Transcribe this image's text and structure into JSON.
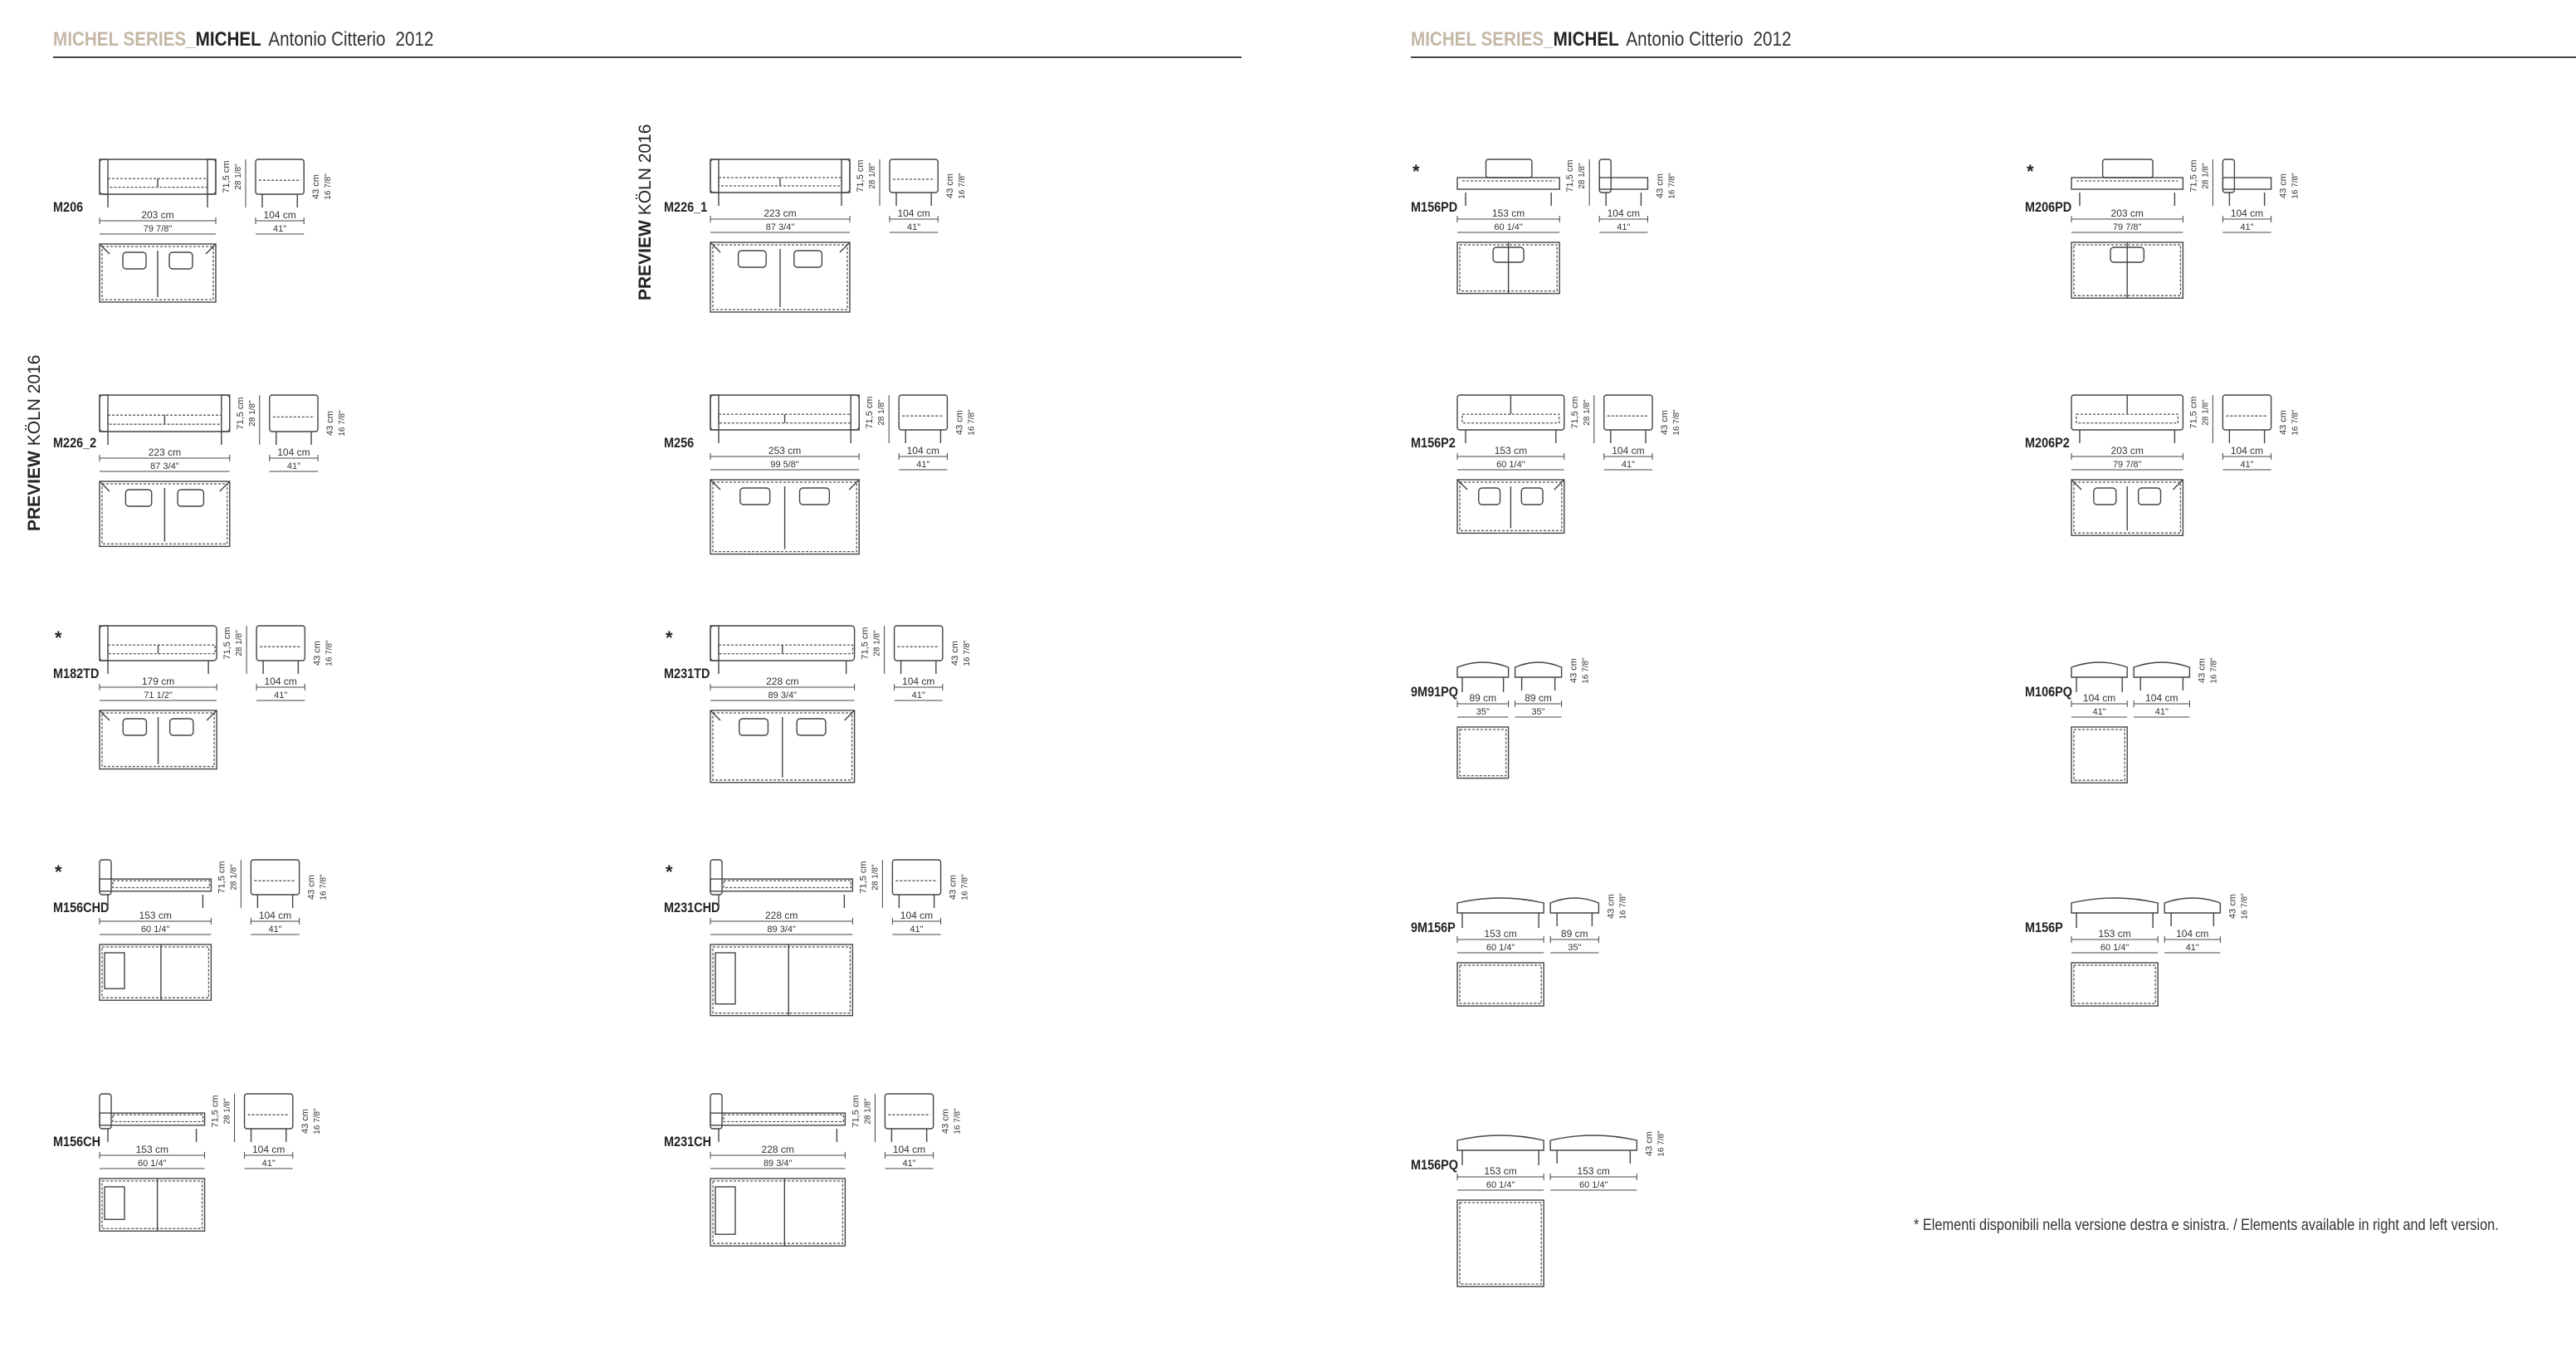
{
  "pages": [
    {
      "series": "MICHEL SERIES_",
      "name": "MICHEL",
      "designer": "Antonio Citterio",
      "year": "2012"
    },
    {
      "series": "MICHEL SERIES_",
      "name": "MICHEL",
      "designer": "Antonio Citterio",
      "year": "2012"
    }
  ],
  "preview": {
    "bold": "PREVIEW",
    "rest": " KÖLN 2016"
  },
  "footnote": "* Elementi disponibili nella versione destra e sinistra. / Elements available in right and left version.",
  "items": [
    {
      "code": "M206",
      "star": false,
      "type": "sofa",
      "w_cm": "203 cm",
      "w_in": "79 7/8\"",
      "d_cm": "104 cm",
      "d_in": "41\"",
      "h1": "71,5 cm",
      "h2": "28 1/8\"",
      "h3": "43 cm",
      "h4": "16 7/8\""
    },
    {
      "code": "M226_2",
      "star": false,
      "type": "sofa",
      "w_cm": "223 cm",
      "w_in": "87 3/4\"",
      "d_cm": "104 cm",
      "d_in": "41\"",
      "h1": "71,5 cm",
      "h2": "28 1/8\"",
      "h3": "43 cm",
      "h4": "16 7/8\""
    },
    {
      "code": "M182TD",
      "star": true,
      "type": "sofaend",
      "w_cm": "179 cm",
      "w_in": "71 1/2\"",
      "d_cm": "104 cm",
      "d_in": "41\"",
      "h1": "71,5 cm",
      "h2": "28 1/8\"",
      "h3": "43 cm",
      "h4": "16 7/8\""
    },
    {
      "code": "M156CHD",
      "star": true,
      "type": "chaise",
      "w_cm": "153 cm",
      "w_in": "60 1/4\"",
      "d_cm": "104 cm",
      "d_in": "41\"",
      "h1": "71,5 cm",
      "h2": "28 1/8\"",
      "h3": "43 cm",
      "h4": "16 7/8\""
    },
    {
      "code": "M156CH",
      "star": false,
      "type": "chaise",
      "w_cm": "153 cm",
      "w_in": "60 1/4\"",
      "d_cm": "104 cm",
      "d_in": "41\"",
      "h1": "71,5 cm",
      "h2": "28 1/8\"",
      "h3": "43 cm",
      "h4": "16 7/8\""
    },
    {
      "code": "M226_1",
      "star": false,
      "type": "sofa",
      "w_cm": "223 cm",
      "w_in": "87 3/4\"",
      "d_cm": "104 cm",
      "d_in": "41\"",
      "h1": "71,5 cm",
      "h2": "28 1/8\"",
      "h3": "43 cm",
      "h4": "16 7/8\""
    },
    {
      "code": "M256",
      "star": false,
      "type": "sofa",
      "w_cm": "253 cm",
      "w_in": "99 5/8\"",
      "d_cm": "104 cm",
      "d_in": "41\"",
      "h1": "71,5 cm",
      "h2": "28 1/8\"",
      "h3": "43 cm",
      "h4": "16 7/8\""
    },
    {
      "code": "M231TD",
      "star": true,
      "type": "sofaend",
      "w_cm": "228 cm",
      "w_in": "89 3/4\"",
      "d_cm": "104 cm",
      "d_in": "41\"",
      "h1": "71,5 cm",
      "h2": "28 1/8\"",
      "h3": "43 cm",
      "h4": "16 7/8\""
    },
    {
      "code": "M231CHD",
      "star": true,
      "type": "chaise",
      "w_cm": "228 cm",
      "w_in": "89 3/4\"",
      "d_cm": "104 cm",
      "d_in": "41\"",
      "h1": "71,5 cm",
      "h2": "28 1/8\"",
      "h3": "43 cm",
      "h4": "16 7/8\""
    },
    {
      "code": "M231CH",
      "star": false,
      "type": "chaise",
      "w_cm": "228 cm",
      "w_in": "89 3/4\"",
      "d_cm": "104 cm",
      "d_in": "41\"",
      "h1": "71,5 cm",
      "h2": "28 1/8\"",
      "h3": "43 cm",
      "h4": "16 7/8\""
    },
    {
      "code": "M156PD",
      "star": true,
      "type": "pd",
      "w_cm": "153 cm",
      "w_in": "60 1/4\"",
      "d_cm": "104 cm",
      "d_in": "41\"",
      "h1": "71,5 cm",
      "h2": "28 1/8\"",
      "h3": "43 cm",
      "h4": "16 7/8\""
    },
    {
      "code": "M156P2",
      "star": false,
      "type": "p2",
      "w_cm": "153 cm",
      "w_in": "60 1/4\"",
      "d_cm": "104 cm",
      "d_in": "41\"",
      "h1": "71,5 cm",
      "h2": "28 1/8\"",
      "h3": "43 cm",
      "h4": "16 7/8\""
    },
    {
      "code": "9M91PQ",
      "star": false,
      "type": "pouf",
      "w_cm": "89 cm",
      "w_in": "35\"",
      "d_cm": "89 cm",
      "d_in": "35\"",
      "h3": "43 cm",
      "h4": "16 7/8\""
    },
    {
      "code": "9M156P",
      "star": false,
      "type": "bench",
      "w_cm": "153 cm",
      "w_in": "60 1/4\"",
      "d_cm": "89 cm",
      "d_in": "35\"",
      "h3": "43 cm",
      "h4": "16 7/8\""
    },
    {
      "code": "M156PQ",
      "star": false,
      "type": "bigpouf",
      "w_cm": "153 cm",
      "w_in": "60 1/4\"",
      "d_cm": "153 cm",
      "d_in": "60 1/4\"",
      "h3": "43 cm",
      "h4": "16 7/8\""
    },
    {
      "code": "M206PD",
      "star": true,
      "type": "pd",
      "w_cm": "203 cm",
      "w_in": "79 7/8\"",
      "d_cm": "104 cm",
      "d_in": "41\"",
      "h1": "71,5 cm",
      "h2": "28 1/8\"",
      "h3": "43 cm",
      "h4": "16 7/8\""
    },
    {
      "code": "M206P2",
      "star": false,
      "type": "p2",
      "w_cm": "203 cm",
      "w_in": "79 7/8\"",
      "d_cm": "104 cm",
      "d_in": "41\"",
      "h1": "71,5 cm",
      "h2": "28 1/8\"",
      "h3": "43 cm",
      "h4": "16 7/8\""
    },
    {
      "code": "M106PQ",
      "star": false,
      "type": "pouf",
      "w_cm": "104 cm",
      "w_in": "41\"",
      "d_cm": "104 cm",
      "d_in": "41\"",
      "h3": "43 cm",
      "h4": "16 7/8\""
    },
    {
      "code": "M156P",
      "star": false,
      "type": "bench",
      "w_cm": "153 cm",
      "w_in": "60 1/4\"",
      "d_cm": "104 cm",
      "d_in": "41\"",
      "h3": "43 cm",
      "h4": "16 7/8\""
    }
  ]
}
